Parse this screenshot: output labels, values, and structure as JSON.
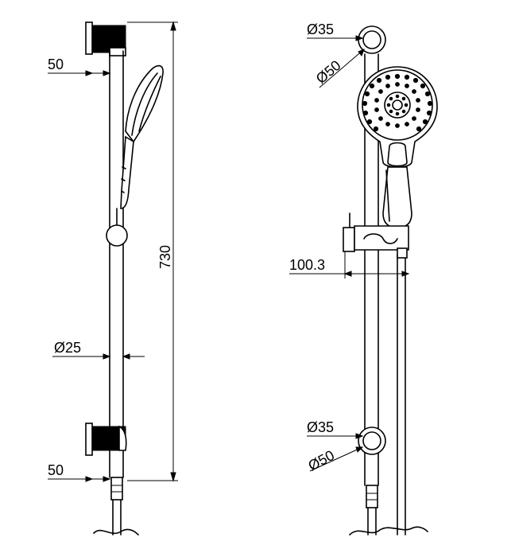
{
  "side_view": {
    "bracket_top_offset": "50",
    "bar_length": "730",
    "bar_diameter": "Ø25",
    "bracket_bottom_offset": "50"
  },
  "front_view": {
    "top_ring_inner": "Ø35",
    "top_ring_outer": "Ø50",
    "slider_depth": "100.3",
    "bottom_ring_inner": "Ø35",
    "bottom_ring_outer": "Ø50"
  }
}
